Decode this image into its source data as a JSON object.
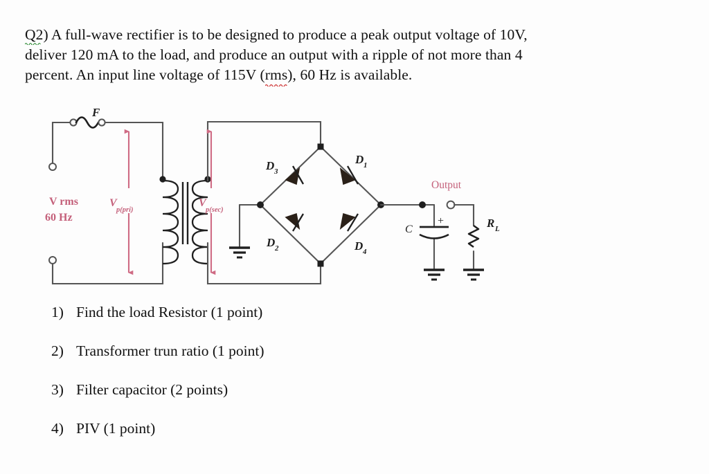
{
  "document": {
    "type": "exam-question-scan",
    "background_color": "#fdfdfd",
    "text_color": "#111111",
    "annotation_color": "#c4607a",
    "wire_color": "#555555"
  },
  "question": {
    "label": "Q2)",
    "lines": [
      "A full-wave rectifier is to be designed to produce a peak output voltage of 10V,",
      "deliver 120 mA to the load, and produce an output with a ripple of not more than 4",
      "percent. An input line voltage of 115V (rms), 60 Hz is available."
    ],
    "line1_prefix": "A full-wave rectifier is to be designed to produce a peak output voltage of 10V,",
    "line2": "deliver 120 mA to the load, and produce an output with a ripple of not more than 4",
    "line3_a": "percent. An input line voltage of 115V (",
    "line3_rms": "rms",
    "line3_b": "), 60 Hz is available.",
    "spellcheck_marks": {
      "q_label_underline_color": "#2e8b35",
      "rms_underline_color": "#d03b3b"
    }
  },
  "circuit": {
    "title": "full-wave bridge rectifier with capacitor filter",
    "source_labels": {
      "v_rms": "V rms",
      "frequency": "60 Hz"
    },
    "fuse_label": "F",
    "primary_voltage_label": {
      "base": "V",
      "subscript": "p(pri)"
    },
    "secondary_voltage_label": {
      "base": "V",
      "subscript": "p(sec)"
    },
    "diodes": [
      {
        "id": "D1",
        "base": "D",
        "subscript": "1",
        "position": "upper-right"
      },
      {
        "id": "D2",
        "base": "D",
        "subscript": "2",
        "position": "lower-left"
      },
      {
        "id": "D3",
        "base": "D",
        "subscript": "3",
        "position": "upper-left"
      },
      {
        "id": "D4",
        "base": "D",
        "subscript": "4",
        "position": "lower-right"
      }
    ],
    "output_label": "Output",
    "capacitor_label": "C",
    "capacitor_polarity": "+",
    "load_resistor": {
      "base": "R",
      "subscript": "L"
    },
    "ground_symbols": 3,
    "transformer": {
      "dot_convention": true,
      "primary_turns": 6,
      "secondary_turns": 6
    }
  },
  "sub_questions": [
    {
      "num": "1)",
      "text": "Find the load Resistor (1 point)"
    },
    {
      "num": "2)",
      "text": "Transformer trun ratio (1 point)"
    },
    {
      "num": "3)",
      "text": "Filter capacitor (2 points)"
    },
    {
      "num": "4)",
      "text": "PIV (1 point)"
    }
  ]
}
